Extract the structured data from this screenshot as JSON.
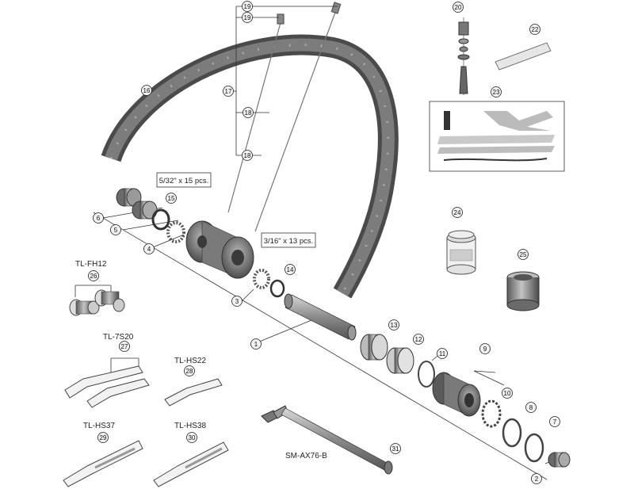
{
  "spec_labels": {
    "ball_front": "5/32\" x 15 pcs.",
    "ball_rear": "3/16\" x 13 pcs."
  },
  "tool_labels": {
    "tl_fh12": "TL-FH12",
    "tl_7s20": "TL-7S20",
    "tl_hs22": "TL-HS22",
    "tl_hs37": "TL-HS37",
    "tl_hs38": "TL-HS38",
    "sm_ax76": "SM-AX76-B"
  },
  "callouts": [
    {
      "id": "callout-1",
      "n": "1"
    },
    {
      "id": "callout-2",
      "n": "2"
    },
    {
      "id": "callout-3",
      "n": "3"
    },
    {
      "id": "callout-4",
      "n": "4"
    },
    {
      "id": "callout-5",
      "n": "5"
    },
    {
      "id": "callout-6",
      "n": "6"
    },
    {
      "id": "callout-7",
      "n": "7"
    },
    {
      "id": "callout-8",
      "n": "8"
    },
    {
      "id": "callout-9",
      "n": "9"
    },
    {
      "id": "callout-10",
      "n": "10"
    },
    {
      "id": "callout-11",
      "n": "11"
    },
    {
      "id": "callout-12",
      "n": "12"
    },
    {
      "id": "callout-13",
      "n": "13"
    },
    {
      "id": "callout-14",
      "n": "14"
    },
    {
      "id": "callout-15",
      "n": "15"
    },
    {
      "id": "callout-16",
      "n": "16"
    },
    {
      "id": "callout-17",
      "n": "17"
    },
    {
      "id": "callout-18a",
      "n": "18"
    },
    {
      "id": "callout-18b",
      "n": "18"
    },
    {
      "id": "callout-19a",
      "n": "19"
    },
    {
      "id": "callout-19b",
      "n": "19"
    },
    {
      "id": "callout-20",
      "n": "20"
    },
    {
      "id": "callout-22",
      "n": "22"
    },
    {
      "id": "callout-23",
      "n": "23"
    },
    {
      "id": "callout-24",
      "n": "24"
    },
    {
      "id": "callout-25",
      "n": "25"
    },
    {
      "id": "callout-26",
      "n": "26"
    },
    {
      "id": "callout-27",
      "n": "27"
    },
    {
      "id": "callout-28",
      "n": "28"
    },
    {
      "id": "callout-29",
      "n": "29"
    },
    {
      "id": "callout-30",
      "n": "30"
    },
    {
      "id": "callout-31",
      "n": "31"
    }
  ],
  "colors": {
    "line": "#333333",
    "part_dark": "#5a5a5a",
    "part_mid": "#8c8c8c",
    "part_light": "#d0d0d0",
    "callout_fill": "#f2f2f2"
  }
}
